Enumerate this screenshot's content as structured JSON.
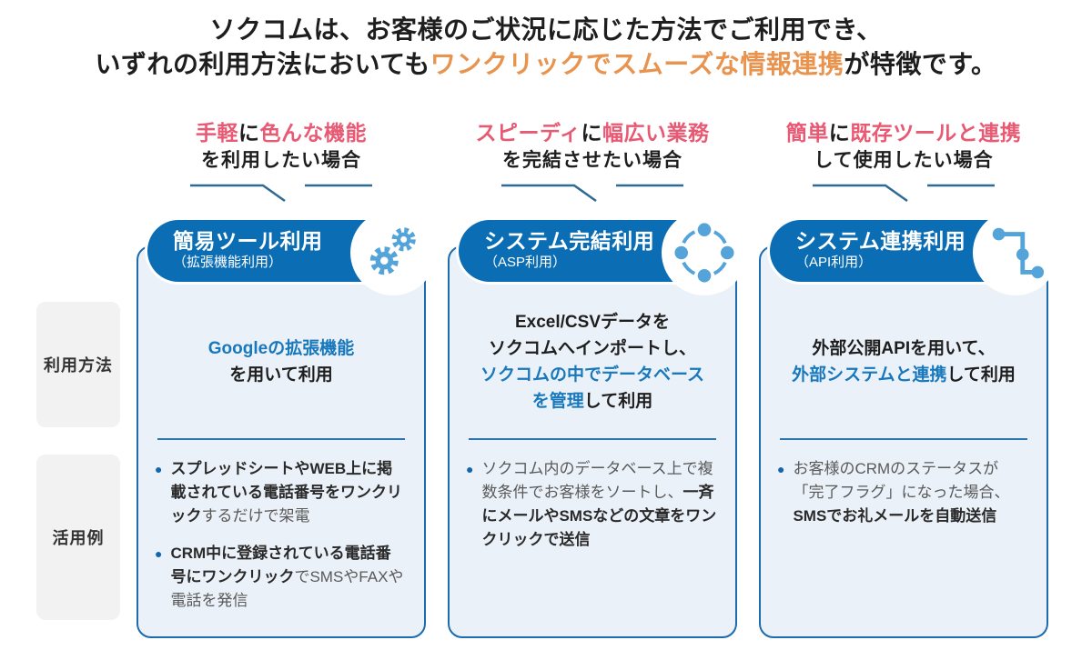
{
  "title": {
    "line1": "ソクコムは、お客様のご状況に応じた方法でご利用でき、",
    "line2_prefix": "いずれの利用方法においても",
    "line2_highlight": "ワンクリックでスムーズな情報連携",
    "line2_suffix": "が特徴です。"
  },
  "row_labels": {
    "usage": "利用方法",
    "examples": "活用例"
  },
  "columns": [
    {
      "header_segs": [
        {
          "t": "手軽",
          "c": "pink"
        },
        {
          "t": "に",
          "c": "dark"
        },
        {
          "t": "色んな機能",
          "c": "pink"
        }
      ],
      "header_line2": "を利用したい場合",
      "pill_title": "簡易ツール利用",
      "pill_subtitle": "（拡張機能利用）",
      "icon": "gears-icon",
      "usage_lines": [
        [
          {
            "t": "Googleの拡張機能",
            "c": "blue"
          }
        ],
        [
          {
            "t": "を用いて利用",
            "c": "dark"
          }
        ]
      ],
      "examples": [
        [
          {
            "t": "スプレッドシートやWEB上に掲載されている電話番号をワンクリック",
            "b": true
          },
          {
            "t": "するだけで架電",
            "b": false
          }
        ],
        [
          {
            "t": "CRM中に登録されている電話番号にワンクリック",
            "b": true
          },
          {
            "t": "でSMSやFAXや電話を発信",
            "b": false
          }
        ]
      ]
    },
    {
      "header_segs": [
        {
          "t": "スピーディ",
          "c": "pink"
        },
        {
          "t": "に",
          "c": "dark"
        },
        {
          "t": "幅広い業務",
          "c": "pink"
        }
      ],
      "header_line2": "を完結させたい場合",
      "pill_title": "システム完結利用",
      "pill_subtitle": "（ASP利用）",
      "icon": "sync-icon",
      "usage_lines": [
        [
          {
            "t": "Excel/CSVデータを",
            "c": "dark"
          }
        ],
        [
          {
            "t": "ソクコムへインポートし、",
            "c": "dark"
          }
        ],
        [
          {
            "t": "ソクコムの中でデータベース",
            "c": "blue"
          }
        ],
        [
          {
            "t": "を管理",
            "c": "blue"
          },
          {
            "t": "して利用",
            "c": "dark"
          }
        ]
      ],
      "examples": [
        [
          {
            "t": "ソクコム内のデータベース上で複数条件でお客様をソートし、",
            "b": false
          },
          {
            "t": "一斉にメールやSMSなどの文章をワンクリックで送信",
            "b": true
          }
        ]
      ]
    },
    {
      "header_segs": [
        {
          "t": "簡単",
          "c": "pink"
        },
        {
          "t": "に",
          "c": "dark"
        },
        {
          "t": "既存ツールと連携",
          "c": "pink"
        }
      ],
      "header_line2": "して使用したい場合",
      "pill_title": "システム連携利用",
      "pill_subtitle": "（API利用）",
      "icon": "api-icon",
      "usage_lines": [
        [
          {
            "t": "外部公開APIを用いて、",
            "c": "dark"
          }
        ],
        [
          {
            "t": "外部システムと連携",
            "c": "blue"
          },
          {
            "t": "して利用",
            "c": "dark"
          }
        ]
      ],
      "examples": [
        [
          {
            "t": "お客様のCRMのステータスが「完了フラグ」になった場合、",
            "b": false
          },
          {
            "t": "SMSでお礼メールを自動送信",
            "b": true
          }
        ]
      ]
    }
  ],
  "colors": {
    "pink": "#e85a74",
    "orange": "#e8934e",
    "blue-text": "#1878bc",
    "pill-blue": "#0b6db3",
    "icon-blue": "#54a4da",
    "card-bg": "#ebf1f8",
    "card-border": "#1d6aae",
    "dark": "#1e1e1e",
    "gray-text": "#595959",
    "bold-text": "#2a2a2a",
    "bracket": "#2e6b94",
    "label-bg": "#f2f2f2",
    "divider": "#2c74ad",
    "bullet": "#1565ad"
  }
}
